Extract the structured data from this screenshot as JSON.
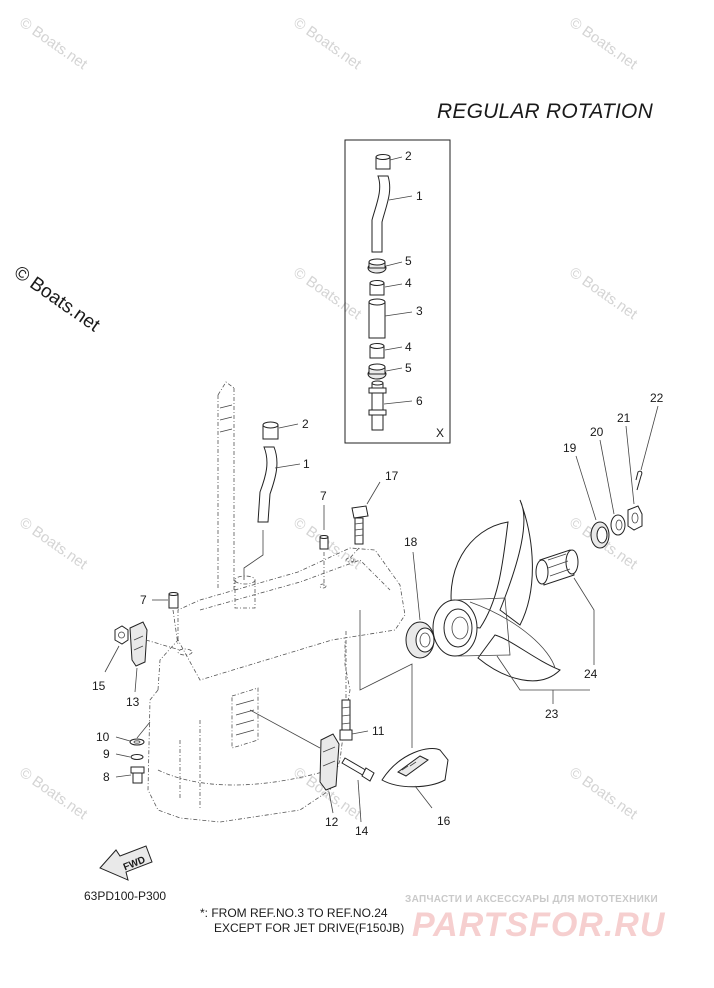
{
  "title": "REGULAR ROTATION",
  "copyright": "© Boats.net",
  "watermark": "© Boats.net",
  "diagram_code": "63PD100-P300",
  "notes": [
    "*: FROM REF.NO.3 TO REF.NO.24",
    "EXCEPT FOR JET DRIVE(F150JB)"
  ],
  "box_label": "X",
  "fwd_label": "FWD",
  "shop": {
    "tagline": "ЗАПЧАСТИ И АКСЕССУАРЫ ДЛЯ МОТОТЕХНИКИ",
    "logo": "PARTSFOR.RU"
  },
  "callouts": {
    "box": [
      "2",
      "1",
      "5",
      "4",
      "3",
      "4",
      "5",
      "6"
    ],
    "main": {
      "r2": "2",
      "r1": "1",
      "r17": "17",
      "r7a": "7",
      "r7b": "7",
      "r18": "18",
      "r19": "19",
      "r20": "20",
      "r21": "21",
      "r22": "22",
      "r15": "15",
      "r13": "13",
      "r10": "10",
      "r9": "9",
      "r8": "8",
      "r11": "11",
      "r12": "12",
      "r14": "14",
      "r16": "16",
      "r23": "23",
      "r24": "24"
    }
  }
}
